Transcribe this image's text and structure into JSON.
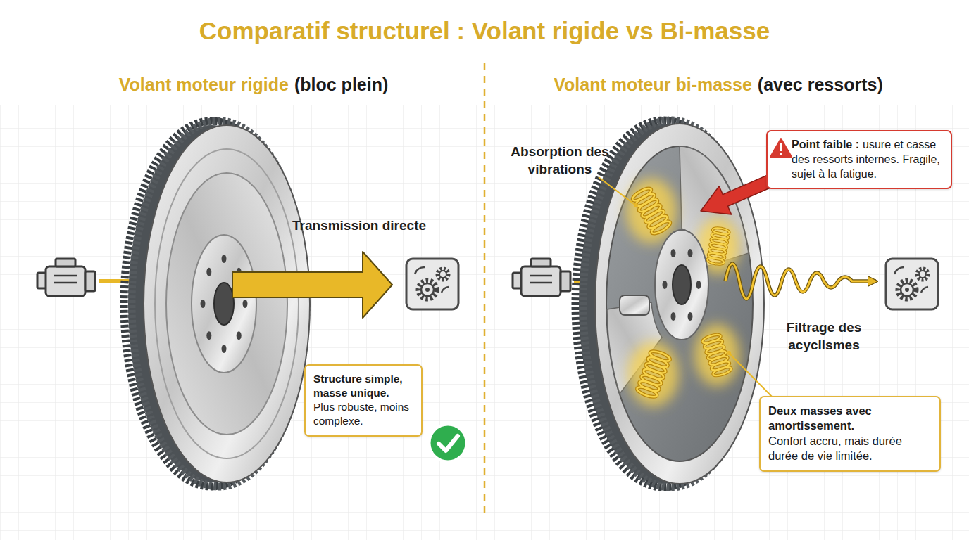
{
  "diagram": {
    "title": "Comparatif structurel : Volant rigide vs Bi-masse",
    "nodes": [
      {
        "text": [
          "Structure simple, masse unique.",
          "Plus robuste, moins complexe."
        ]
      },
      {
        "text": [
          "Point faible :",
          "usure et casse des ressorts internes. Fragile, sujet à la fatigue."
        ]
      },
      {
        "text": [
          "Deux masses avec amortissement.",
          "Confort accru, mais durée durée de vie limitée."
        ]
      }
    ],
    "labels": [
      "Volant moteur rigide",
      "(bloc plein)",
      "Volant moteur bi-masse",
      "(avec ressorts)",
      "Transmission directe",
      "Absorption des vibrations",
      "Filtrage des acyclismes"
    ]
  }
}
